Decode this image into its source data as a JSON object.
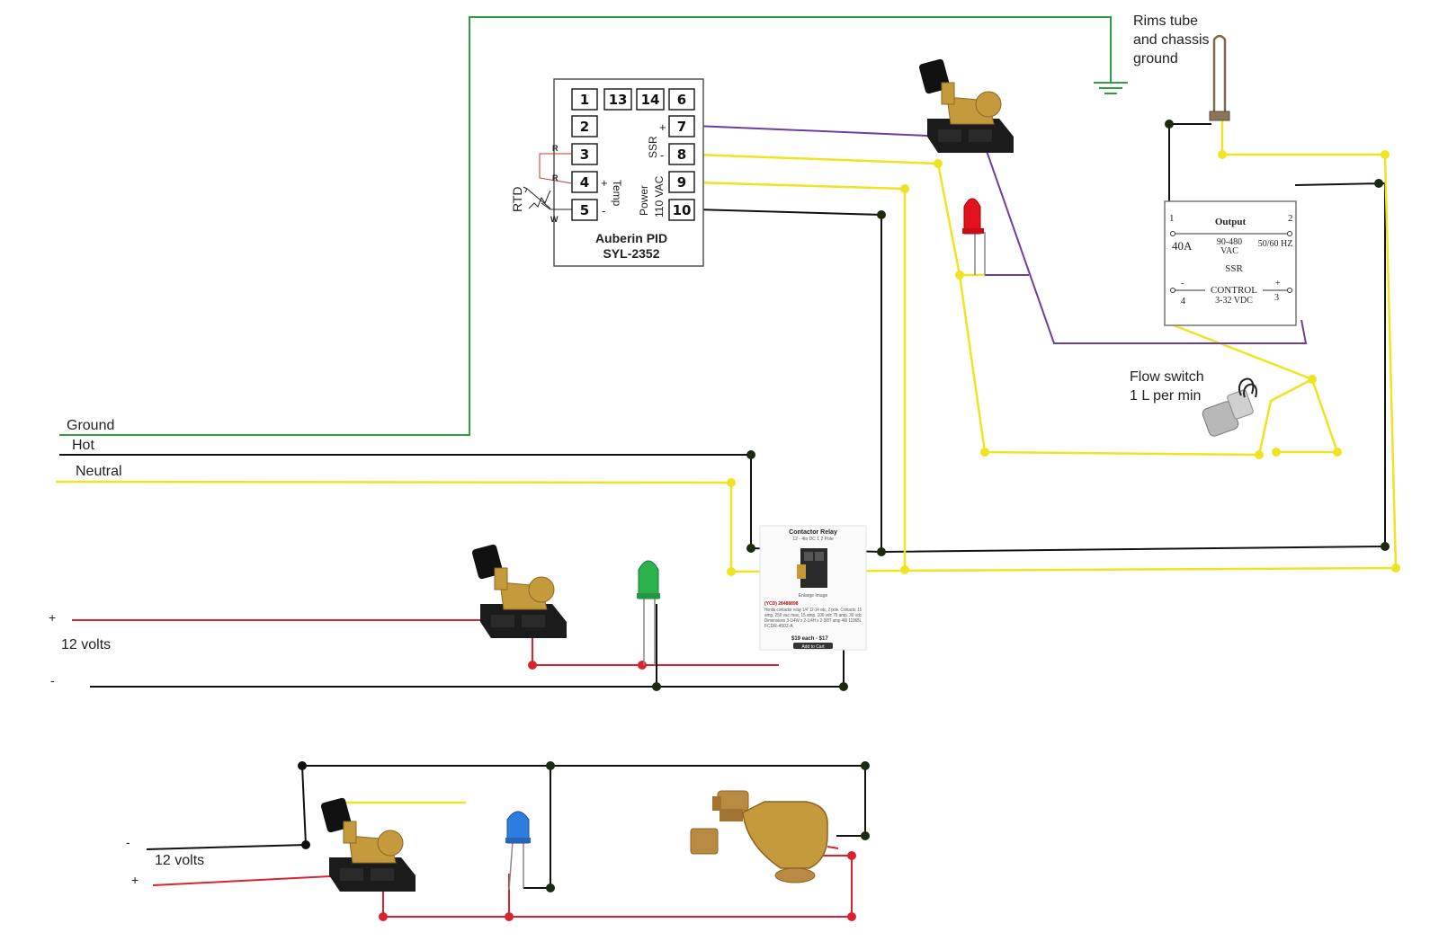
{
  "colors": {
    "ground": "#2e9e3f",
    "hot": "#111111",
    "neutral": "#f0e422",
    "positive": "#d9232e",
    "signal": "#6b3fa0",
    "led_red": "#e3121f",
    "led_green": "#2bb24c",
    "led_blue": "#2d7de0",
    "brass": "#c49a3d"
  },
  "mains_labels": {
    "ground": "Ground",
    "hot": "Hot",
    "neutral": "Neutral"
  },
  "rims": {
    "label_line1": "Rims tube",
    "label_line2": "and chassis",
    "label_line3": "ground"
  },
  "pid": {
    "name": "Auberin PID",
    "model": "SYL-2352",
    "top_terminals": [
      "1",
      "13",
      "14",
      "6"
    ],
    "left_terminals": [
      "2",
      "3",
      "4",
      "5"
    ],
    "right_terminals": [
      "7",
      "8",
      "9",
      "10"
    ],
    "rtd_label": "RTD",
    "rtd_pins": [
      "R",
      "R",
      "W"
    ],
    "temp_label": "Temp",
    "ssr_label": "SSR",
    "power_label_1": "Power",
    "power_label_2": "110 VAC",
    "plus": "+",
    "minus": "-"
  },
  "ssr": {
    "output": "Output",
    "pin1": "1",
    "pin2": "2",
    "amps": "40A",
    "vac_range": "90-480",
    "vac": "VAC",
    "hz": "50/60 HZ",
    "title": "SSR",
    "control": "CONTROL",
    "vdc": "3-32 VDC",
    "pin4": "4",
    "pin3": "3",
    "minus": "-",
    "plus": "+"
  },
  "flow_switch": {
    "label_line1": "Flow switch",
    "label_line2": "1 L per min"
  },
  "contactor": {
    "title": "Contactor Relay",
    "subtitle": "12 - 4to DC 1 2 Pole",
    "caption": "Enlarge Image",
    "item_code": "(YCD) 28488898",
    "desc_line1": "Honda contactor relay 1/4' 12-14 vdc, 2 pole. Contacts: 15",
    "desc_line2": "amp. 250 vac max, 15 amp. 100 vdc 75 amp. 30 vdc",
    "desc_line3": "Dimensions 3-1/4W x 2-1/4H x 2-3/8T amp 4W 11965L",
    "desc_line4": "FCDR-4502-A",
    "price": "$19 each - $17",
    "button": "Add to Cart"
  },
  "circuit_12v_a": {
    "plus": "+",
    "label": "12 volts",
    "minus": "-"
  },
  "circuit_12v_b": {
    "minus": "-",
    "label": "12 volts",
    "plus": "+"
  }
}
